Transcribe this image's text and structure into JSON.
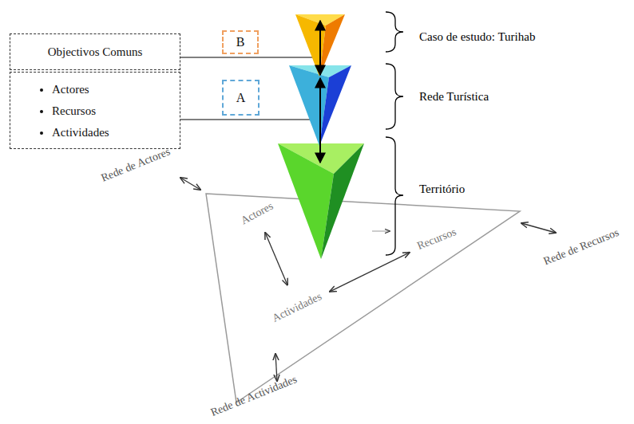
{
  "diagram": {
    "nodes": [
      {
        "text": [
          "Objectivos Comuns"
        ]
      },
      {
        "text": [
          "Actores",
          "Recursos",
          "Actividades"
        ]
      },
      {
        "text": [
          "B"
        ]
      },
      {
        "text": [
          "A"
        ]
      },
      {
        "text": [
          "Actores"
        ]
      },
      {
        "text": [
          "Recursos"
        ]
      },
      {
        "text": [
          "Actividades"
        ]
      }
    ],
    "edges": [
      {
        "from": 4,
        "to": 6,
        "arrow": "both"
      },
      {
        "from": 6,
        "to": 5,
        "arrow": "both"
      }
    ],
    "labels": [
      "Caso de estudo: Turihab",
      "Rede Turística",
      "Território",
      "Rede de Actores",
      "Rede de Recursos",
      "Rede de Actividades"
    ]
  }
}
